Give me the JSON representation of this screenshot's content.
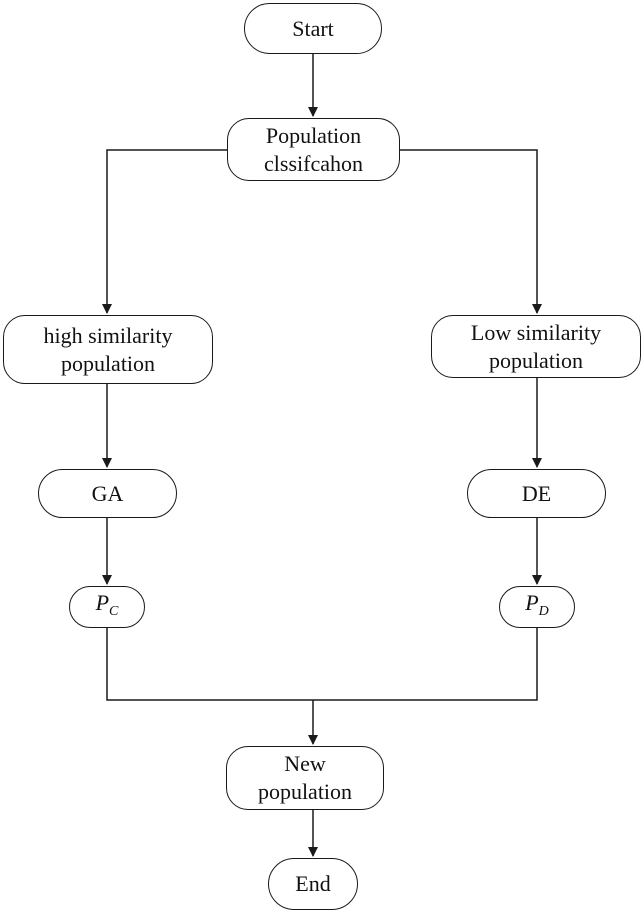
{
  "nodes": {
    "start": {
      "text": "Start"
    },
    "classification": {
      "line1": "Population",
      "line2": "clssifcahon"
    },
    "high": {
      "line1": "high similarity",
      "line2": "population"
    },
    "low": {
      "line1": "Low similarity",
      "line2": "population"
    },
    "ga": {
      "text": "GA"
    },
    "de": {
      "text": "DE"
    },
    "pc": {
      "base": "P",
      "sub": "C"
    },
    "pd": {
      "base": "P",
      "sub": "D"
    },
    "newpop": {
      "line1": "New",
      "line2": "population"
    },
    "end": {
      "text": "End"
    }
  },
  "colors": {
    "stroke": "#1a1a1a",
    "fill": "#ffffff",
    "text": "#111111"
  },
  "edges": [
    {
      "from": "start",
      "to": "classification"
    },
    {
      "from": "classification",
      "to": "high"
    },
    {
      "from": "classification",
      "to": "low"
    },
    {
      "from": "high",
      "to": "ga"
    },
    {
      "from": "low",
      "to": "de"
    },
    {
      "from": "ga",
      "to": "pc"
    },
    {
      "from": "de",
      "to": "pd"
    },
    {
      "from": "pc",
      "to": "newpop"
    },
    {
      "from": "pd",
      "to": "newpop"
    },
    {
      "from": "newpop",
      "to": "end"
    }
  ]
}
